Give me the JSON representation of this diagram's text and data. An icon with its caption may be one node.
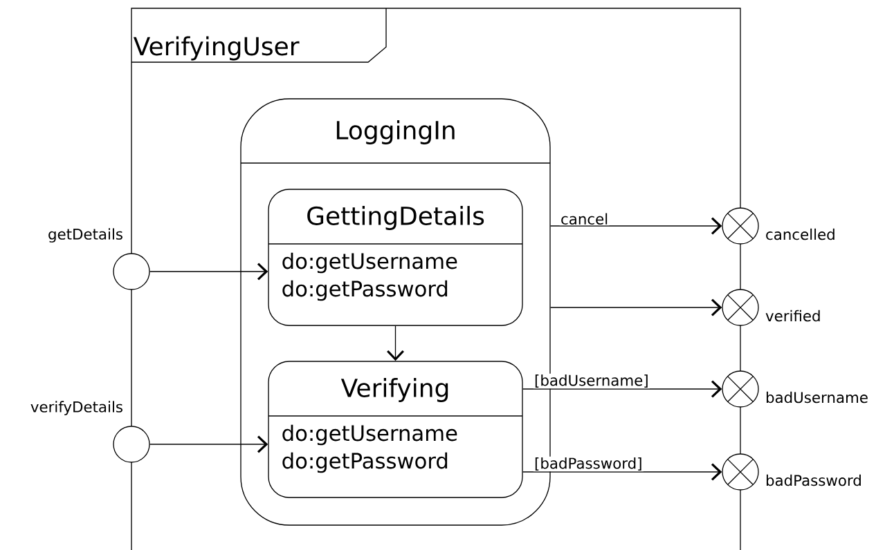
{
  "diagram": {
    "nodes": [
      {
        "text": [
          "VerifyingUser"
        ]
      },
      {
        "text": [
          "LoggingIn"
        ],
        "in": 0
      },
      {
        "text": [
          "GettingDetails",
          "do:getUsername do:getPassword"
        ],
        "in": 1
      },
      {
        "text": [
          "Verifying",
          "do:getUsername do:getPassword"
        ],
        "in": 1
      },
      {
        "text": [],
        "shape": "circle",
        "beside": [
          "getDetails"
        ]
      },
      {
        "text": [],
        "shape": "circle",
        "beside": [
          "verifyDetails"
        ]
      },
      {
        "text": [],
        "shape": "circle",
        "beside": [
          "cancelled"
        ]
      },
      {
        "text": [],
        "shape": "circle",
        "beside": [
          "verified"
        ]
      },
      {
        "text": [],
        "shape": "circle",
        "beside": [
          "badUsername"
        ]
      },
      {
        "text": [],
        "shape": "circle",
        "beside": [
          "badPassword"
        ]
      }
    ],
    "edges": [
      {
        "from": 4,
        "to": 2,
        "arrow": "to"
      },
      {
        "from": 5,
        "to": 3,
        "arrow": "to"
      },
      {
        "from": 2,
        "to": 3,
        "arrow": "to"
      },
      {
        "from": 1,
        "to": 6,
        "arrow": "to",
        "label": "cancel"
      },
      {
        "from": 1,
        "to": 7,
        "arrow": "to"
      },
      {
        "from": 3,
        "to": 8,
        "arrow": "to",
        "label": "[badUsername]"
      },
      {
        "from": 3,
        "to": 9,
        "arrow": "to",
        "label": "[badPassword]"
      }
    ]
  }
}
